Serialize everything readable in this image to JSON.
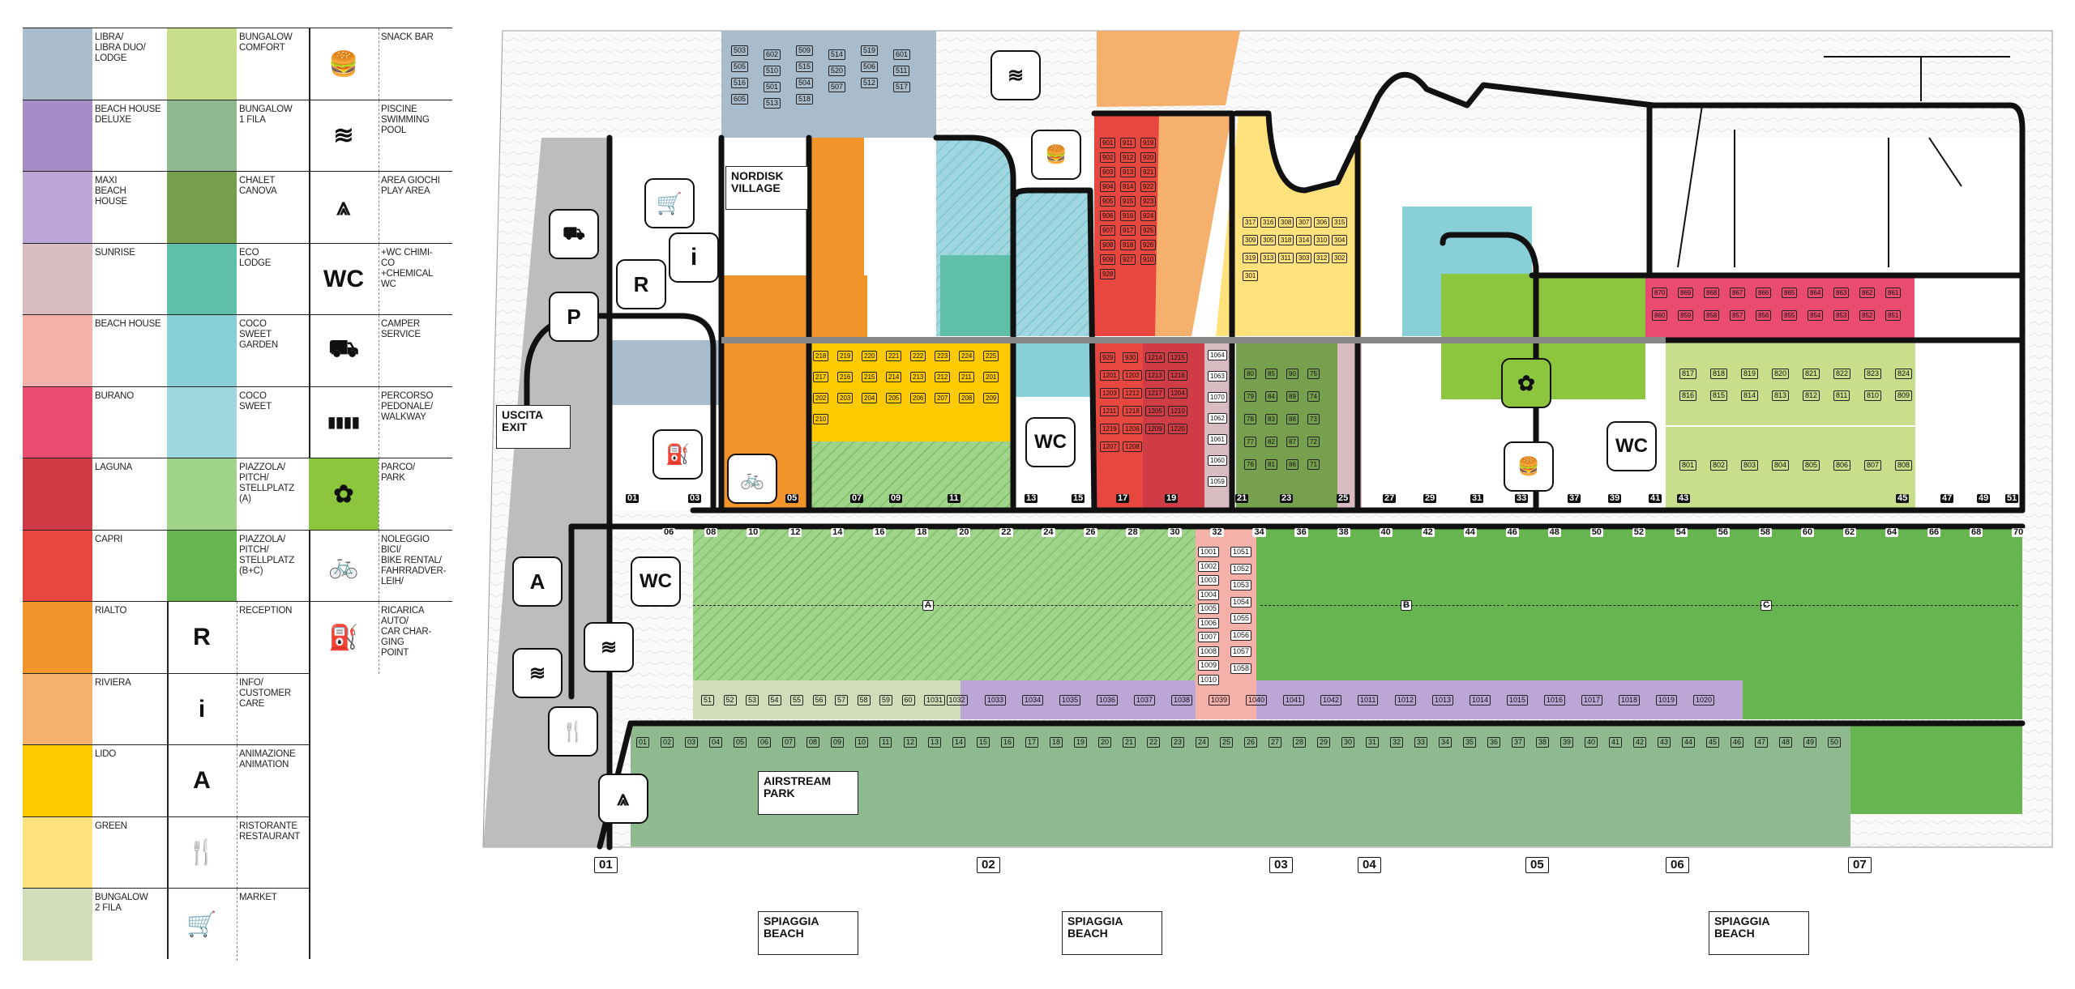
{
  "legend": {
    "col1": [
      {
        "label": "LIBRA/\nLIBRA DUO/\nLODGE",
        "color": "#a9bccb"
      },
      {
        "label": "BEACH HOUSE\nDELUXE",
        "color": "#a88cc7"
      },
      {
        "label": "MAXI\nBEACH\nHOUSE",
        "color": "#bca6d6"
      },
      {
        "label": "SUNRISE",
        "color": "#d8bcc2"
      },
      {
        "label": "BEACH HOUSE",
        "color": "#f5b0a9"
      },
      {
        "label": "BURANO",
        "color": "#e94c6e"
      },
      {
        "label": "LAGUNA",
        "color": "#cf3c45"
      },
      {
        "label": "CAPRI",
        "color": "#e8473f"
      },
      {
        "label": "RIALTO",
        "color": "#f1952a"
      },
      {
        "label": "RIVIERA",
        "color": "#f6b06e"
      },
      {
        "label": "LIDO",
        "color": "#ffca00"
      },
      {
        "label": "GREEN",
        "color": "#ffe27c"
      },
      {
        "label": "BUNGALOW\n2 FILA",
        "color": "#d2dcb8"
      }
    ],
    "col2": [
      {
        "label": "BUNGALOW\nCOMFORT",
        "color": "#c8de8a"
      },
      {
        "label": "BUNGALOW\n1 FILA",
        "color": "#8fb98f"
      },
      {
        "label": "CHALET\nCANOVA",
        "color": "#769f4e"
      },
      {
        "label": "ECO\nLODGE",
        "color": "#5fbfa8"
      },
      {
        "label": "COCO\nSWEET\nGARDEN",
        "color": "#89cfd8"
      },
      {
        "label": "COCO\nSWEET",
        "color": "#9fd6df"
      },
      {
        "label": "PIAZZOLA/\nPITCH/\nSTELLPLATZ\n(A)",
        "color": "#9fd48a"
      },
      {
        "label": "PIAZZOLA/\nPITCH/\nSTELLPLATZ\n(B+C)",
        "color": "#66b551"
      },
      {
        "label": "RECEPTION",
        "icon": "R"
      },
      {
        "label": "INFO/\nCUSTOMER\nCARE",
        "icon": "i"
      },
      {
        "label": "ANIMAZIONE\nANIMATION",
        "icon": "A"
      },
      {
        "label": "RISTORANTE\nRESTAURANT",
        "icon": "restaurant-icon"
      },
      {
        "label": "MARKET",
        "icon": "cart-icon"
      }
    ],
    "col3": [
      {
        "label": "SNACK BAR",
        "icon": "snack-icon"
      },
      {
        "label": "PISCINE\nSWIMMING\nPOOL",
        "icon": "pool-icon"
      },
      {
        "label": "AREA GIOCHI\nPLAY AREA",
        "icon": "swing-icon"
      },
      {
        "label": "+WC CHIMI-\nCO\n+CHEMICAL\nWC",
        "icon": "WC"
      },
      {
        "label": "CAMPER\nSERVICE",
        "icon": "camper-icon"
      },
      {
        "label": "PERCORSO\nPEDONALE/\nWALKWAY",
        "icon": "walkway-icon"
      },
      {
        "label": "PARCO/\nPARK",
        "icon": "park-icon"
      },
      {
        "label": "NOLEGGIO\nBICI/\nBIKE RENTAL/\nFAHRRADVER-\nLEIH/",
        "icon": "bike-icon"
      },
      {
        "label": "RICARICA\nAUTO/\nCAR CHAR-\nGING\nPOINT",
        "icon": "charging-icon"
      }
    ]
  },
  "map": {
    "exit_label": "USCITA\nEXIT",
    "nordisk_label": "NORDISK\nVILLAGE",
    "airstream_label": "AIRSTREAM\nPARK",
    "beach_label": "SPIAGGIA\nBEACH",
    "zone_labels": [
      "A",
      "B",
      "C"
    ],
    "icon_letters": {
      "reception": "R",
      "info": "i",
      "parking": "P",
      "animation": "A",
      "wc": "WC"
    },
    "beach_access": [
      "01",
      "02",
      "03",
      "04",
      "05",
      "06",
      "07"
    ],
    "street_top": [
      "01",
      "03",
      "05",
      "07",
      "09",
      "11",
      "13",
      "15",
      "17",
      "19",
      "21",
      "23",
      "25",
      "27",
      "29",
      "31",
      "33",
      "37",
      "39",
      "41",
      "43",
      "45",
      "47",
      "49",
      "51"
    ],
    "street_mid": [
      "06",
      "08",
      "10",
      "12",
      "14",
      "16",
      "18",
      "20",
      "22",
      "24",
      "26",
      "28",
      "30",
      "32",
      "34",
      "36",
      "38",
      "40",
      "42",
      "44",
      "46",
      "48",
      "50",
      "52",
      "54",
      "56",
      "58",
      "60",
      "62",
      "64",
      "66",
      "68",
      "70"
    ],
    "bungalow_2fila_row": [
      "51",
      "52",
      "53",
      "54",
      "55",
      "56",
      "57",
      "58",
      "59",
      "60",
      "1031",
      "1032"
    ],
    "maxi_row": [
      "1033",
      "1034",
      "1035",
      "1036",
      "1037",
      "1038",
      "1039",
      "1040",
      "1041",
      "1042",
      "1011",
      "1012",
      "1013",
      "1014",
      "1015",
      "1016",
      "1017",
      "1018",
      "1019",
      "1020"
    ],
    "beach_house_col": [
      "1001",
      "1002",
      "1003",
      "1004",
      "1005",
      "1006",
      "1007",
      "1008",
      "1009",
      "1010"
    ],
    "sunrise_col": [
      "1051",
      "1052",
      "1053",
      "1054",
      "1055",
      "1056",
      "1057",
      "1058"
    ],
    "airstream_row": [
      "01",
      "02",
      "03",
      "04",
      "05",
      "06",
      "07",
      "08",
      "09",
      "10",
      "11",
      "12",
      "13",
      "14",
      "15",
      "16",
      "17",
      "18",
      "19",
      "20",
      "21",
      "22",
      "23",
      "24",
      "25",
      "26",
      "27",
      "28",
      "29",
      "30",
      "31",
      "32",
      "33",
      "34",
      "35",
      "36",
      "37",
      "38",
      "39",
      "40",
      "41",
      "42",
      "43",
      "44",
      "45",
      "46",
      "47",
      "48",
      "49",
      "50"
    ],
    "lodge_top": [
      "503",
      "602",
      "509",
      "514",
      "519",
      "601",
      "505",
      "510",
      "515",
      "520",
      "506",
      "511",
      "516",
      "501",
      "504",
      "507",
      "512",
      "517",
      "605",
      "513",
      "518"
    ],
    "burano_row": [
      "870",
      "869",
      "868",
      "867",
      "866",
      "865",
      "864",
      "863",
      "862",
      "861",
      "860",
      "859",
      "858",
      "857",
      "856",
      "855",
      "854",
      "853",
      "852",
      "851"
    ],
    "bungalow_comfort_top": [
      "817",
      "818",
      "819",
      "820",
      "821",
      "822",
      "823",
      "824"
    ],
    "bungalow_comfort_mid": [
      "816",
      "815",
      "814",
      "813",
      "812",
      "811",
      "810",
      "809"
    ],
    "bungalow_comfort_bottom": [
      "801",
      "802",
      "803",
      "804",
      "805",
      "806",
      "807",
      "808"
    ],
    "capri_block": [
      "901",
      "911",
      "919",
      "902",
      "912",
      "920",
      "903",
      "913",
      "921",
      "904",
      "914",
      "922",
      "905",
      "915",
      "923",
      "906",
      "916",
      "924",
      "907",
      "917",
      "925",
      "908",
      "918",
      "926",
      "909",
      "927",
      "910",
      "928"
    ],
    "laguna_block": [
      "929",
      "930",
      "1214",
      "1215",
      "1201",
      "1202",
      "1213",
      "1216",
      "1203",
      "1212",
      "1217",
      "1204",
      "1211",
      "1218",
      "1205",
      "1210",
      "1219",
      "1206",
      "1209",
      "1220",
      "1207",
      "1208"
    ],
    "green_block": [
      "317",
      "316",
      "308",
      "307",
      "306",
      "315",
      "309",
      "305",
      "318",
      "314",
      "310",
      "304",
      "319",
      "313",
      "311",
      "303",
      "312",
      "302",
      "301"
    ],
    "sunrise_block": [
      "1064",
      "1063",
      "1070",
      "1062",
      "1061",
      "1060",
      "1059"
    ],
    "canova_block": [
      "80",
      "85",
      "90",
      "75",
      "79",
      "84",
      "89",
      "74",
      "78",
      "83",
      "88",
      "73",
      "77",
      "82",
      "87",
      "72",
      "76",
      "81",
      "86",
      "71"
    ],
    "lido_block": [
      "218",
      "219",
      "220",
      "221",
      "222",
      "223",
      "224",
      "225",
      "217",
      "216",
      "215",
      "214",
      "213",
      "212",
      "211",
      "201",
      "202",
      "203",
      "204",
      "205",
      "206",
      "207",
      "208",
      "209",
      "210"
    ]
  }
}
